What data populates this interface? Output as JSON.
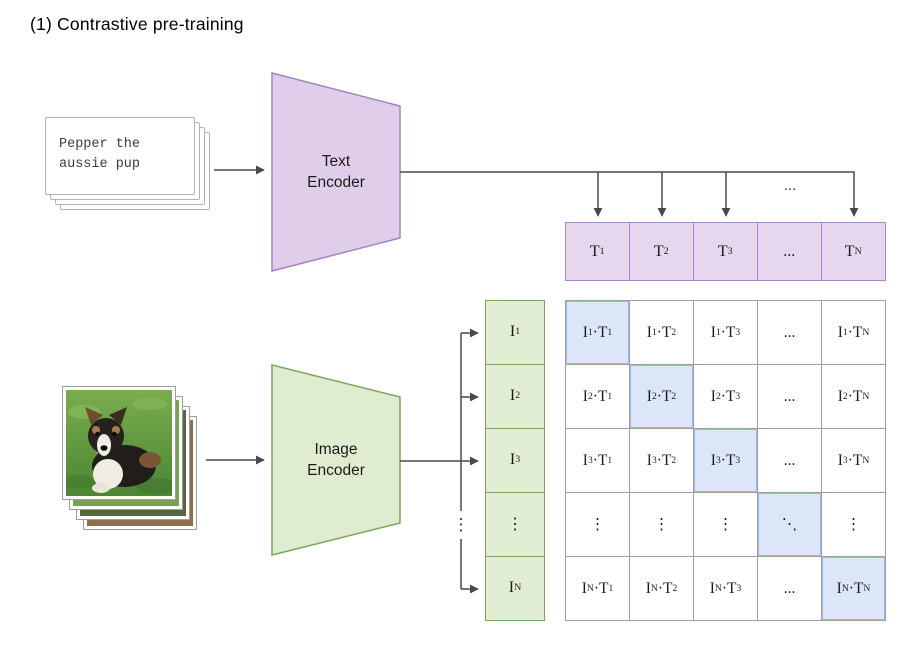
{
  "title": "(1) Contrastive pre-training",
  "text_input": {
    "line1": "Pepper the",
    "line2": "aussie pup"
  },
  "text_encoder": {
    "line1": "Text",
    "line2": "Encoder"
  },
  "image_encoder": {
    "line1": "Image",
    "line2": "Encoder"
  },
  "top_ellipsis": "...",
  "branch_vdots": "⋮",
  "text_embeddings": [
    "T_1",
    "T_2",
    "T_3",
    "...",
    "T_N"
  ],
  "image_embeddings": [
    "I_1",
    "I_2",
    "I_3",
    "⋮",
    "I_N"
  ],
  "similarity_matrix": {
    "rows": [
      [
        "I_1·T_1",
        "I_1·T_2",
        "I_1·T_3",
        "...",
        "I_1·T_N"
      ],
      [
        "I_2·T_1",
        "I_2·T_2",
        "I_2·T_3",
        "...",
        "I_2·T_N"
      ],
      [
        "I_3·T_1",
        "I_3·T_2",
        "I_3·T_3",
        "...",
        "I_3·T_N"
      ],
      [
        "⋮",
        "⋮",
        "⋮",
        "⋱",
        "⋮"
      ],
      [
        "I_N·T_1",
        "I_N·T_2",
        "I_N·T_3",
        "...",
        "I_N·T_N"
      ]
    ]
  },
  "colors": {
    "purple_fill": "#e6d6ee",
    "purple_border": "#ab87c8",
    "encoder_purple_fill": "#e0cde9",
    "encoder_purple_border": "#a283c3",
    "green_fill": "#e1eed3",
    "green_border": "#7aa65e",
    "blue_highlight_fill": "#dbe7f9",
    "grid_border": "#a0a0a0",
    "line": "#4a4a4a"
  }
}
